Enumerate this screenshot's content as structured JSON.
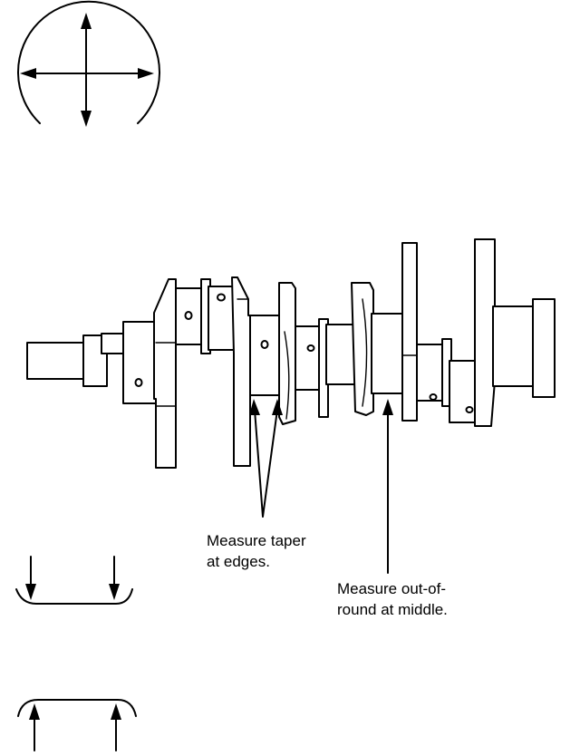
{
  "labels": {
    "taper": [
      "Measure taper",
      "at edges."
    ],
    "out_of_round": [
      "Measure out-of-",
      "round at middle."
    ]
  },
  "icons": {
    "journal_cross_section": "journal-cross-section-icon",
    "crankshaft": "crankshaft-illustration",
    "taper_detail_top": "taper-measure-detail-icon",
    "taper_detail_bottom": "taper-measure-detail-icon"
  }
}
